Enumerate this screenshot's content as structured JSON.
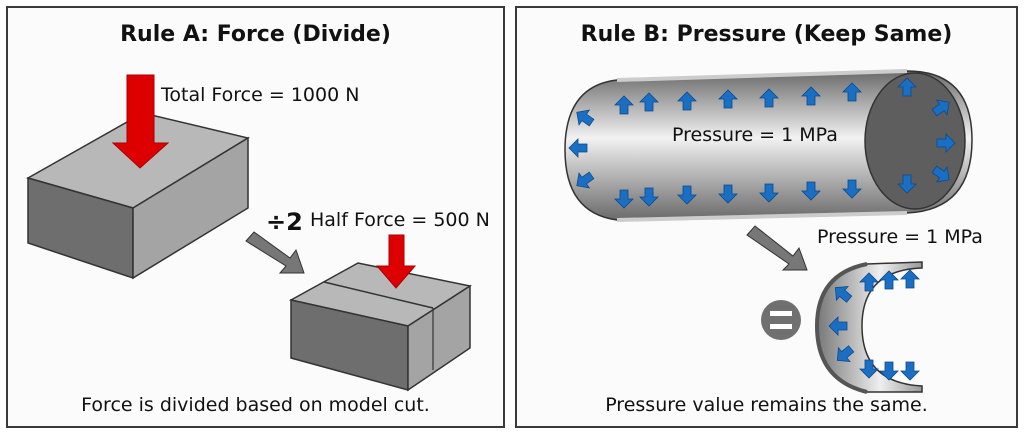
{
  "rule_a": {
    "title": "Rule A: Force (Divide)",
    "total_force_label": "Total Force = 1000 N",
    "divide_symbol": "÷2",
    "half_force_label": "Half Force = 500 N",
    "caption": "Force is divided based on model cut.",
    "colors": {
      "force_arrow": "#dd0000",
      "block_top": "#b4b4b4",
      "block_front": "#6e6e6e",
      "block_side": "#a0a0a0"
    }
  },
  "rule_b": {
    "title": "Rule B: Pressure (Keep Same)",
    "pipe_pressure_label": "Pressure = 1 MPa",
    "half_pipe_pressure_label": "Pressure = 1 MPa",
    "equals_symbol": "=",
    "caption": "Pressure value remains the same.",
    "colors": {
      "pressure_arrow": "#1a6fc4",
      "equals_badge": "#707070"
    }
  }
}
